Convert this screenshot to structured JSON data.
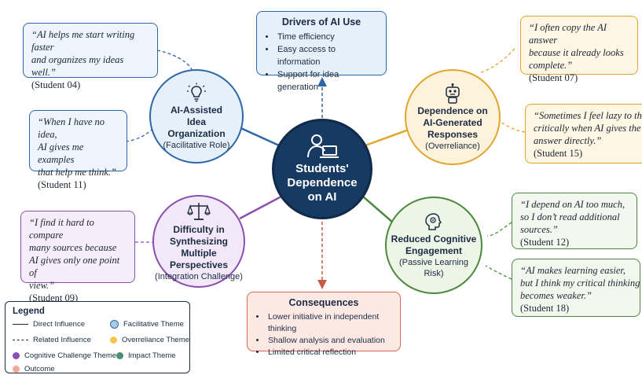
{
  "center": {
    "title_line1": "Students'",
    "title_line2": "Dependence",
    "title_line3": "on AI",
    "icon": "student-laptop-icon"
  },
  "themes": {
    "facilitative": {
      "title_line1": "AI-Assisted",
      "title_line2": "Idea",
      "title_line3": "Organization",
      "subtitle": "(Facilitative Role)",
      "icon": "lightbulb-icon"
    },
    "overreliance": {
      "title_line1": "Dependence on",
      "title_line2": "AI-Generated",
      "title_line3": "Responses",
      "subtitle": "(Overreliance)",
      "icon": "robot-icon"
    },
    "cognitive": {
      "title_line1": "Difficulty in Synthesizing",
      "title_line2": "Multiple Perspectives",
      "subtitle": "(Integration Challenge)",
      "icon": "scales-icon"
    },
    "impact": {
      "title_line1": "Reduced Cognitive",
      "title_line2": "Engagement",
      "subtitle_line1": "(Passive Learning",
      "subtitle_line2": "Risk)",
      "icon": "brain-gear-icon"
    }
  },
  "drivers": {
    "title": "Drivers of AI Use",
    "items": [
      "Time efficiency",
      "Easy access to information",
      "Support for idea generation"
    ]
  },
  "consequences": {
    "title": "Consequences",
    "items": [
      "Lower initiative in independent thinking",
      "Shallow analysis and evaluation",
      "Limited critical reflection"
    ]
  },
  "quotes": {
    "s04": {
      "lines": [
        "“AI helps me start writing faster",
        "and organizes my ideas well.”"
      ],
      "student": "(Student 04)"
    },
    "s11": {
      "lines": [
        "“When I have no idea,",
        "AI gives me examples",
        "that help me think.”"
      ],
      "student": "(Student 11)"
    },
    "s09": {
      "lines": [
        "“I find it hard to compare",
        "many sources because",
        "AI gives only one point of",
        "view.”"
      ],
      "student": "(Student 09)"
    },
    "s07": {
      "lines": [
        "“I often copy the AI answer",
        "because it already looks",
        "complete.”"
      ],
      "student": "(Student 07)"
    },
    "s15": {
      "lines": [
        "“Sometimes I feel lazy to think",
        "critically when AI gives the",
        "answer directly.”"
      ],
      "student": "(Student 15)"
    },
    "s12": {
      "lines": [
        "“I depend on AI too much,",
        "so I don’t read additional",
        "sources.”"
      ],
      "student": "(Student 12)"
    },
    "s18": {
      "lines": [
        "“AI makes learning easier,",
        "but I think my critical thinking",
        "becomes weaker.”"
      ],
      "student": "(Student 18)"
    }
  },
  "legend": {
    "title": "Legend",
    "direct": "Direct Influence",
    "related": "Related Influence",
    "facilitative": "Facilitative Theme",
    "overreliance": "Overreliance Theme",
    "cognitive": "Cognitive Challenge Theme",
    "impact": "Impact Theme",
    "outcome": "Outcome"
  },
  "colors": {
    "center": "#173a63",
    "facilitative": "#2f66a8",
    "facilitative_fill": "#e6f0fa",
    "overreliance": "#e3a52c",
    "overreliance_fill": "#fdf3dc",
    "cognitive": "#8a4fb0",
    "cognitive_fill": "#f2e8f7",
    "impact": "#4b8a3d",
    "impact_fill": "#edf5e6",
    "outcome": "#d86a55",
    "outcome_fill": "#fde9e3"
  }
}
